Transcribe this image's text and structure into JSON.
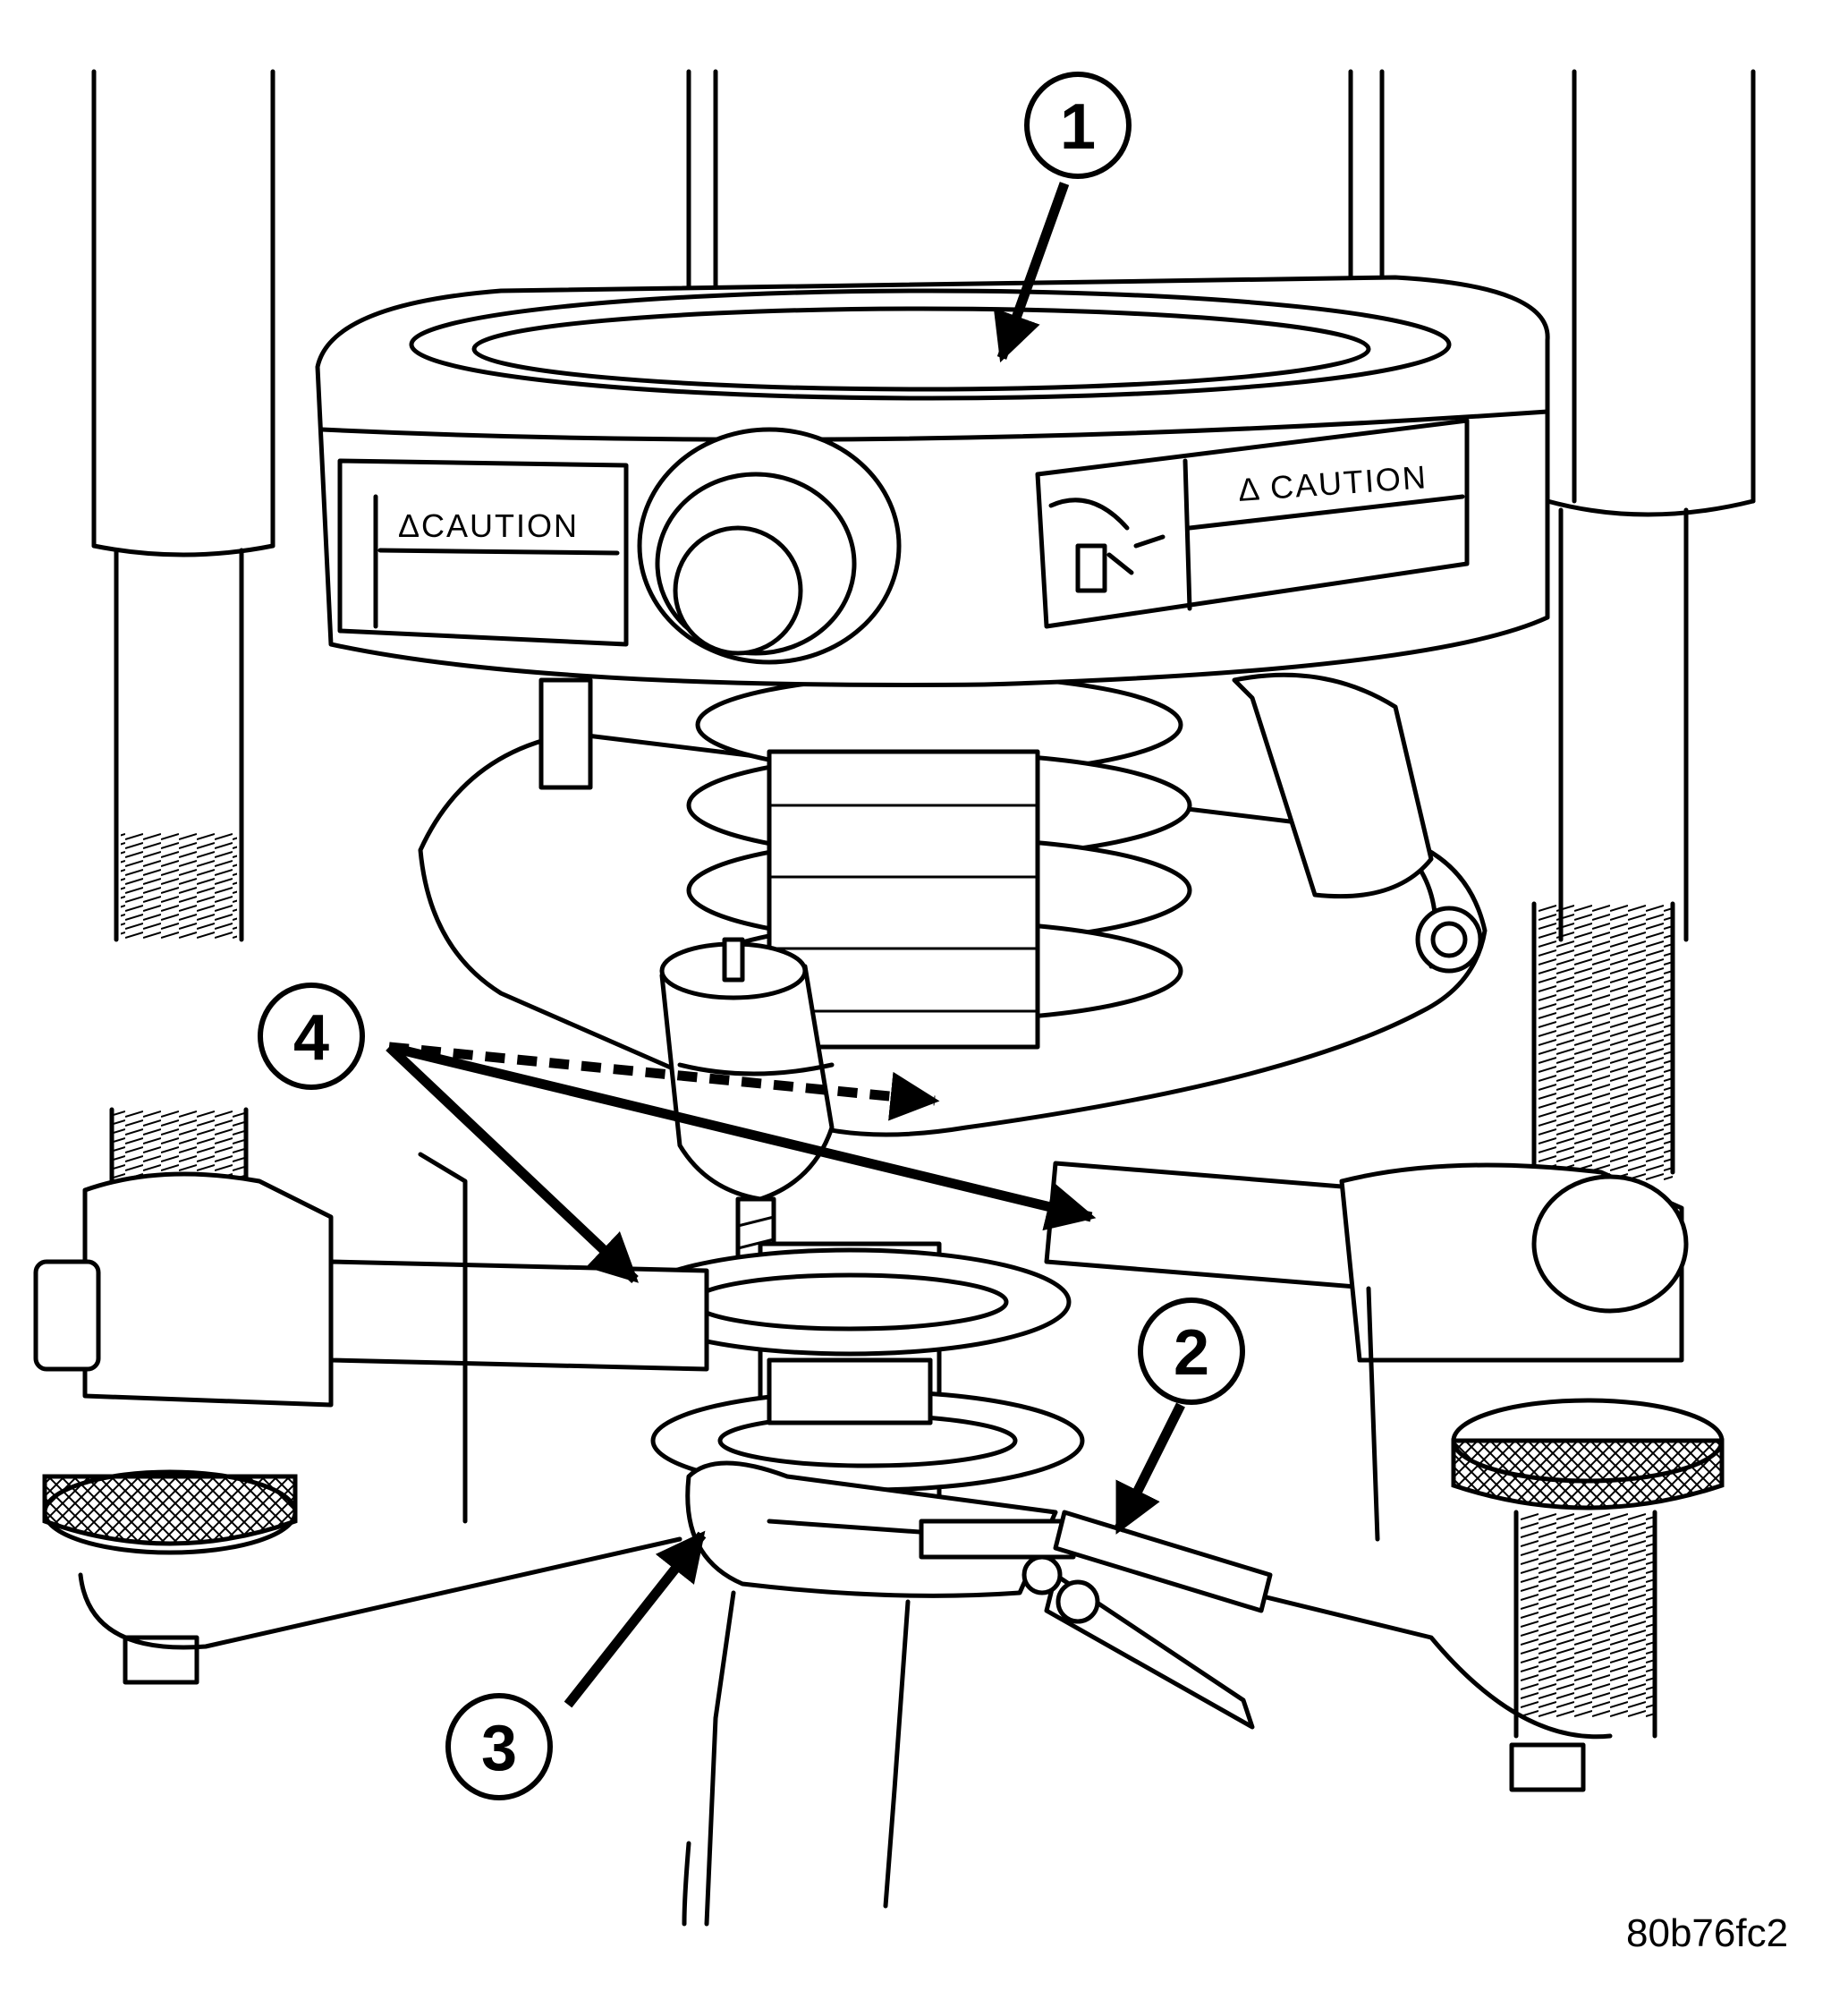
{
  "callouts": [
    "1",
    "2",
    "3",
    "4"
  ],
  "caution_labels": {
    "left": "ΔCAUTION",
    "right": "Δ CAUTION"
  },
  "figure_code": "80b76fc2",
  "icons": [
    "caution-label-pictogram-icon",
    "arrow-icon",
    "dashed-arrow-icon"
  ]
}
